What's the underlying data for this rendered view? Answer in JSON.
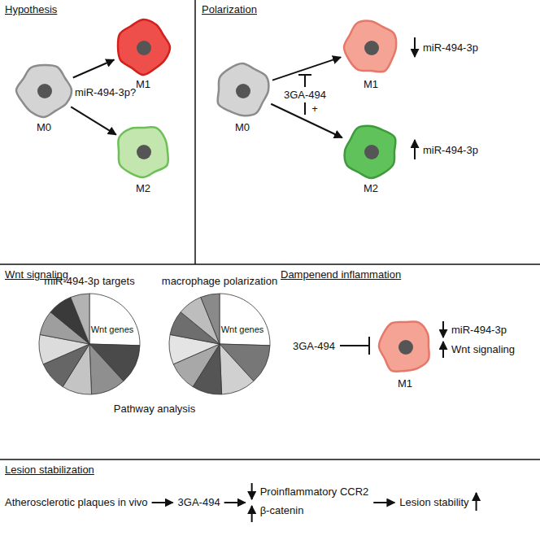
{
  "diagram": {
    "nodes": [
      {
        "text": [
          "M0"
        ]
      },
      {
        "text": [
          "M1"
        ]
      },
      {
        "text": [
          "M2"
        ]
      },
      {
        "text": [
          "M0"
        ]
      },
      {
        "text": [
          "M1"
        ]
      },
      {
        "text": [
          "M2"
        ]
      },
      {
        "text": [
          "miR-494-3p targets",
          "Wnt genes"
        ]
      },
      {
        "text": [
          "macrophage polarization",
          "Wnt genes"
        ]
      },
      {
        "text": [
          "M1"
        ]
      }
    ],
    "edges": [
      {
        "from": 0,
        "to": 1,
        "arrow": "to"
      },
      {
        "from": 0,
        "to": 2,
        "arrow": "to"
      },
      {
        "from": 3,
        "to": 4,
        "arrow": "to"
      },
      {
        "from": 3,
        "to": 5,
        "arrow": "to"
      }
    ],
    "labels": [
      "Hypothesis",
      "miR-494-3p?",
      "Polarization",
      "3GA-494",
      "+",
      "miR-494-3p",
      "miR-494-3p",
      "Wnt signaling",
      "Pathway analysis",
      "Dampenend inflammation",
      "3GA-494",
      "miR-494-3p",
      "Wnt signaling",
      "Lesion stabilization",
      "Atherosclerotic plaques in vivo",
      "3GA-494",
      "Proinflammatory CCR2",
      "β-catenin",
      "Lesion stability"
    ]
  }
}
